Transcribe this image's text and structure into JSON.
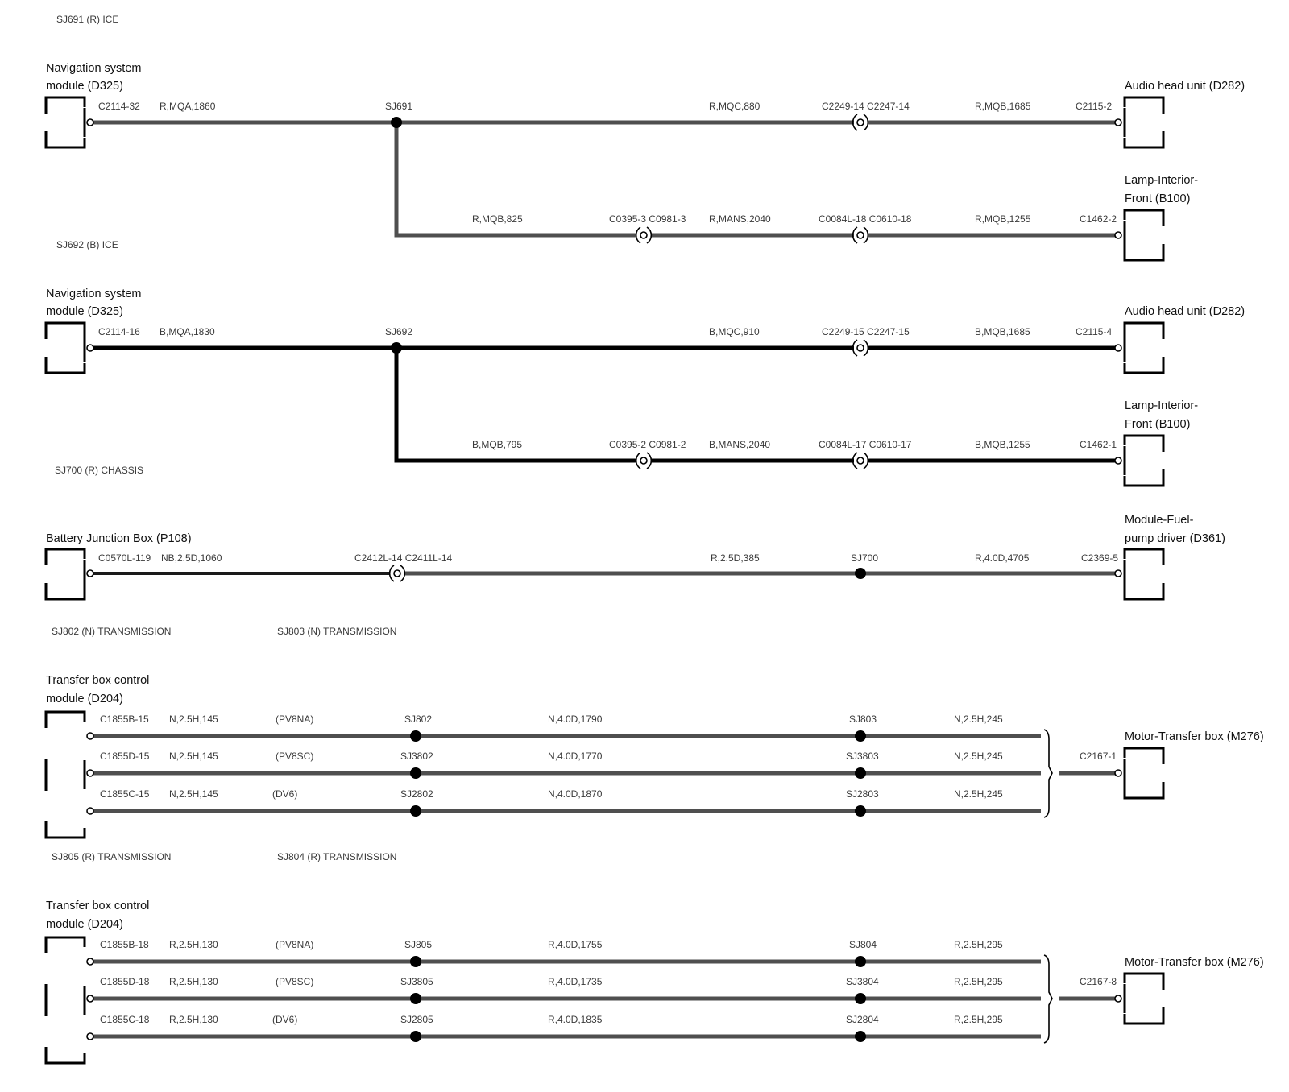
{
  "colors": {
    "wire_r": "#4f4f4f",
    "wire_b": "#000000",
    "wire_nb": "#1a1a1a",
    "box": "#000000"
  },
  "sections": [
    {
      "id": "sj691",
      "caption": "SJ691 (R) ICE",
      "left_component": [
        "Navigation system",
        "module (D325)"
      ],
      "left_pin": "C2114-32",
      "main_wire": "R,MQA,1860",
      "splice": "SJ691",
      "branch1": {
        "wire1": "R,MQC,880",
        "connector": "C2249-14 C2247-14",
        "wire2": "R,MQB,1685",
        "pin": "C2115-2",
        "component": [
          "Audio head unit (D282)"
        ]
      },
      "branch2": {
        "wire1": "R,MQB,825",
        "connector1": "C0395-3 C0981-3",
        "wire2": "R,MANS,2040",
        "connector2": "C0084L-18 C0610-18",
        "wire3": "R,MQB,1255",
        "pin": "C1462-2",
        "component": [
          "Lamp-Interior-",
          "Front (B100)"
        ]
      }
    },
    {
      "id": "sj692",
      "caption": "SJ692 (B) ICE",
      "left_component": [
        "Navigation system",
        "module (D325)"
      ],
      "left_pin": "C2114-16",
      "main_wire": "B,MQA,1830",
      "splice": "SJ692",
      "branch1": {
        "wire1": "B,MQC,910",
        "connector": "C2249-15 C2247-15",
        "wire2": "B,MQB,1685",
        "pin": "C2115-4",
        "component": [
          "Audio head unit (D282)"
        ]
      },
      "branch2": {
        "wire1": "B,MQB,795",
        "connector1": "C0395-2 C0981-2",
        "wire2": "B,MANS,2040",
        "connector2": "C0084L-17 C0610-17",
        "wire3": "B,MQB,1255",
        "pin": "C1462-1",
        "component": [
          "Lamp-Interior-",
          "Front (B100)"
        ]
      }
    },
    {
      "id": "sj700",
      "caption": "SJ700 (R) CHASSIS",
      "left_component": [
        "Battery Junction Box (P108)"
      ],
      "left_pin": "C0570L-119",
      "wire1": "NB,2.5D,1060",
      "connector": "C2412L-14 C2411L-14",
      "wire2": "R,2.5D,385",
      "splice": "SJ700",
      "wire3": "R,4.0D,4705",
      "pin": "C2369-5",
      "right_component": [
        "Module-Fuel-",
        "pump driver (D361)"
      ]
    },
    {
      "id": "sj802",
      "caption": "SJ802 (N) TRANSMISSION",
      "caption2": "SJ803 (N) TRANSMISSION",
      "left_component": [
        "Transfer box control",
        "module (D204)"
      ],
      "rows": [
        {
          "pin": "C1855B-15",
          "wire1": "N,2.5H,145",
          "variant": "(PV8NA)",
          "splice1": "SJ802",
          "wire2": "N,4.0D,1790",
          "splice2": "SJ803",
          "wire3": "N,2.5H,245"
        },
        {
          "pin": "C1855D-15",
          "wire1": "N,2.5H,145",
          "variant": "(PV8SC)",
          "splice1": "SJ3802",
          "wire2": "N,4.0D,1770",
          "splice2": "SJ3803",
          "wire3": "N,2.5H,245"
        },
        {
          "pin": "C1855C-15",
          "wire1": "N,2.5H,145",
          "variant": "(DV6)",
          "splice1": "SJ2802",
          "wire2": "N,4.0D,1870",
          "splice2": "SJ2803",
          "wire3": "N,2.5H,245"
        }
      ],
      "right_pin": "C2167-1",
      "right_component": [
        "Motor-Transfer box (M276)"
      ]
    },
    {
      "id": "sj805",
      "caption": "SJ805 (R) TRANSMISSION",
      "caption2": "SJ804 (R) TRANSMISSION",
      "left_component": [
        "Transfer box control",
        "module (D204)"
      ],
      "rows": [
        {
          "pin": "C1855B-18",
          "wire1": "R,2.5H,130",
          "variant": "(PV8NA)",
          "splice1": "SJ805",
          "wire2": "R,4.0D,1755",
          "splice2": "SJ804",
          "wire3": "R,2.5H,295"
        },
        {
          "pin": "C1855D-18",
          "wire1": "R,2.5H,130",
          "variant": "(PV8SC)",
          "splice1": "SJ3805",
          "wire2": "R,4.0D,1735",
          "splice2": "SJ3804",
          "wire3": "R,2.5H,295"
        },
        {
          "pin": "C1855C-18",
          "wire1": "R,2.5H,130",
          "variant": "(DV6)",
          "splice1": "SJ2805",
          "wire2": "R,4.0D,1835",
          "splice2": "SJ2804",
          "wire3": "R,2.5H,295"
        }
      ],
      "right_pin": "C2167-8",
      "right_component": [
        "Motor-Transfer box (M276)"
      ]
    }
  ]
}
